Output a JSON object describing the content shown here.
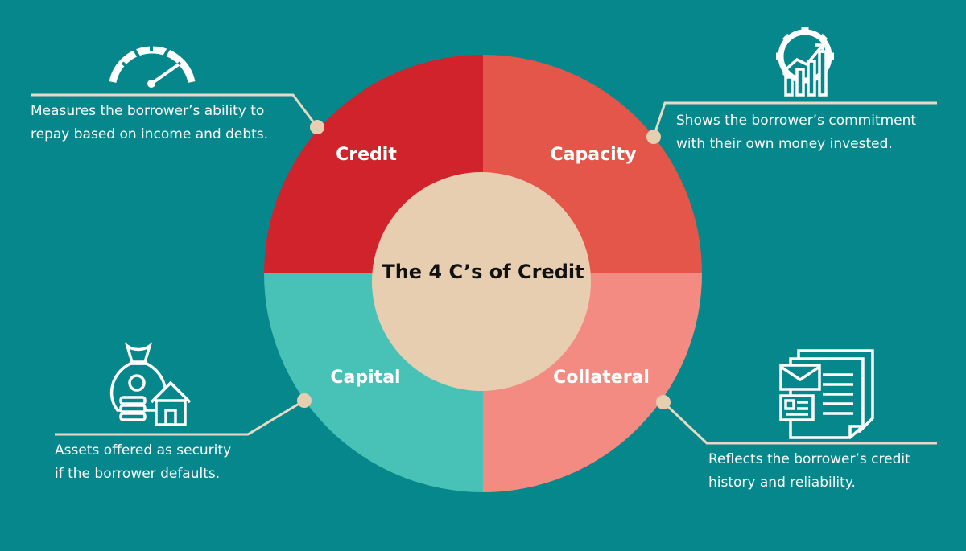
{
  "diagram": {
    "center_title": "The 4 C’s of Credit",
    "segments": [
      {
        "key": "credit",
        "label": "Credit",
        "color": "#d1232c",
        "desc": [
          "Measures the borrower’s ability to",
          "repay based on income and debts."
        ],
        "icon": "speedometer-icon"
      },
      {
        "key": "capacity",
        "label": "Capacity",
        "color": "#e5564a",
        "desc": [
          "Shows the borrower’s commitment",
          "with their own money invested."
        ],
        "icon": "gear-growth-chart-icon"
      },
      {
        "key": "capital",
        "label": "Capital",
        "color": "#48c1b6",
        "desc": [
          "Assets offered as security",
          "if the borrower defaults."
        ],
        "icon": "money-bag-house-icon"
      },
      {
        "key": "collateral",
        "label": "Collateral",
        "color": "#f38b82",
        "desc": [
          "Reflects the borrower’s credit",
          "history and reliability."
        ],
        "icon": "documents-icon"
      }
    ],
    "colors": {
      "background": "#05878c",
      "center": "#e8ceb0",
      "connector": "#e8d8c4",
      "icon": "#ffffff"
    }
  }
}
